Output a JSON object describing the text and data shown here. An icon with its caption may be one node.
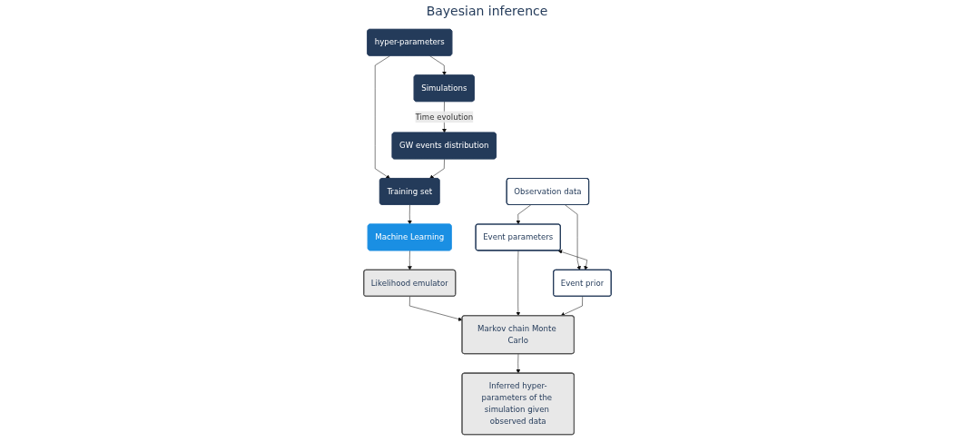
{
  "diagram": {
    "nodes": [
      {
        "text": [
          "hyper-parameters"
        ]
      },
      {
        "text": [
          "Simulations"
        ]
      },
      {
        "text": [
          "GW events distribution"
        ]
      },
      {
        "text": [
          "Observation data"
        ]
      },
      {
        "text": [
          "Training set"
        ]
      },
      {
        "text": [
          "Event parameters"
        ]
      },
      {
        "text": [
          "Event prior"
        ]
      },
      {
        "text": [
          "Machine Learning"
        ]
      },
      {
        "text": [
          "Likelihood emulator"
        ]
      },
      {
        "text": [
          "Markov chain Monte Carlo"
        ]
      },
      {
        "text": [
          "Inferred hyper-parameters of the simulation given observed data"
        ]
      }
    ],
    "edges": [
      {
        "from": 0,
        "to": 1,
        "arrow": "to"
      },
      {
        "from": 1,
        "to": 2,
        "arrow": "to",
        "label": "Time evolution"
      },
      {
        "from": 0,
        "to": 4,
        "arrow": "to"
      },
      {
        "from": 2,
        "to": 4,
        "arrow": "to"
      },
      {
        "from": 3,
        "to": 5,
        "arrow": "to"
      },
      {
        "from": 3,
        "to": 6,
        "arrow": "to"
      },
      {
        "from": 5,
        "to": 6,
        "arrow": "both"
      },
      {
        "from": 4,
        "to": 7,
        "arrow": "to"
      },
      {
        "from": 7,
        "to": 8,
        "arrow": "to"
      },
      {
        "from": 8,
        "to": 9,
        "arrow": "to"
      },
      {
        "from": 5,
        "to": 9,
        "arrow": "to"
      },
      {
        "from": 6,
        "to": 9,
        "arrow": "to"
      },
      {
        "from": 9,
        "to": 10,
        "arrow": "to"
      }
    ],
    "labels": [
      "Bayesian inference"
    ]
  }
}
